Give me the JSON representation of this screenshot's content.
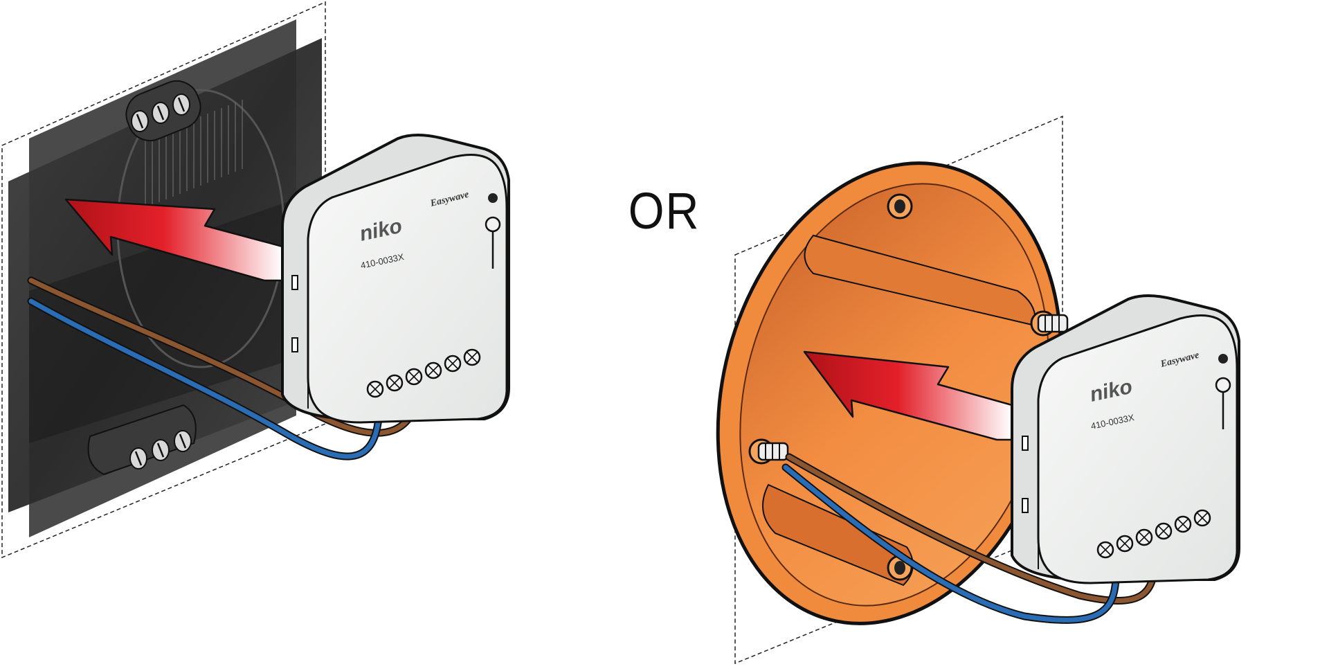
{
  "separator_text": "OR",
  "left_option": {
    "module": {
      "brand": "niko",
      "model": "410-0033X",
      "wireless_logo": "Easywave"
    },
    "icons": [
      "insertion-arrow-icon",
      "screw-terminal-icon",
      "antenna-led-icon"
    ]
  },
  "right_option": {
    "module": {
      "brand": "niko",
      "model": "410-0033X",
      "wireless_logo": "Easywave"
    },
    "icons": [
      "insertion-arrow-icon",
      "mounting-screw-icon",
      "antenna-led-icon"
    ]
  },
  "colors": {
    "arrow_red": "#e3202a",
    "wire_brown": "#7a4a2a",
    "wire_blue": "#2a6db5",
    "wall_box_dark": "#2b2b2b",
    "flush_box_orange": "#f08a3c",
    "module_body": "#eceeed",
    "outline": "#111111"
  }
}
